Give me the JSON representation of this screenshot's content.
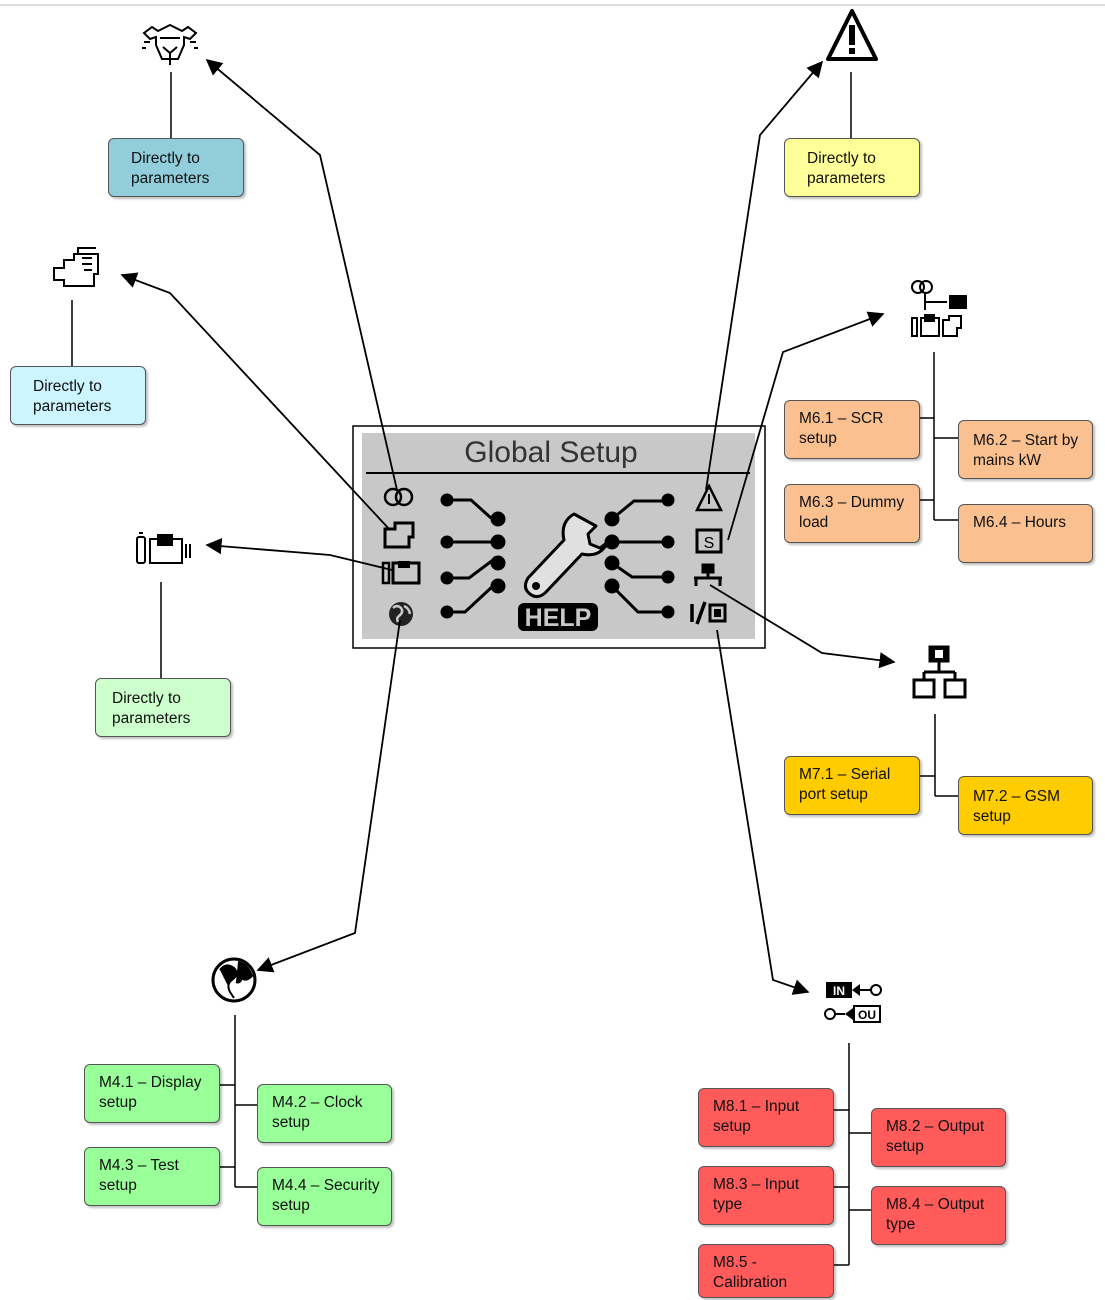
{
  "lcd": {
    "title": "Global Setup",
    "help_label": "HELP"
  },
  "branches": {
    "top_left": {
      "icon": "generator-bulls-head-icon",
      "label": "Directly to parameters"
    },
    "top_right": {
      "icon": "warning-triangle-icon",
      "label": "Directly to parameters"
    },
    "engine": {
      "icon": "engine-icon",
      "label": "Directly to parameters"
    },
    "alternator": {
      "icon": "genset-battery-icon",
      "label": "Directly to parameters"
    },
    "m6": {
      "icon": "mains-genset-icon",
      "items": [
        "M6.1 – SCR setup",
        "M6.2 – Start by mains kW",
        "M6.3 – Dummy load",
        "M6.4 – Hours"
      ]
    },
    "m7": {
      "icon": "network-icon",
      "items": [
        "M7.1 – Serial port setup",
        "M7.2 – GSM setup"
      ]
    },
    "m4": {
      "icon": "globe-icon",
      "items": [
        "M4.1 – Display setup",
        "M4.2 – Clock setup",
        "M4.3 – Test setup",
        "M4.4 – Security setup"
      ]
    },
    "m8": {
      "icon": "input-output-icon",
      "icon_in": "IN",
      "icon_out": "OU",
      "items": [
        "M8.1 – Input setup",
        "M8.2 – Output setup",
        "M8.3 – Input type",
        "M8.4 – Output type",
        "M8.5 - Calibration"
      ]
    }
  },
  "colors": {
    "blue_box": "#92cddc",
    "cyan_box": "#ccf5ff",
    "yellow_box": "#ffff99",
    "light_green_box": "#ccffcc",
    "orange_box": "#fac090",
    "amber_box": "#ffcc00",
    "green_box": "#99ff99",
    "red_box": "#ff5b5b",
    "lcd_bg": "#c8c8c8"
  }
}
